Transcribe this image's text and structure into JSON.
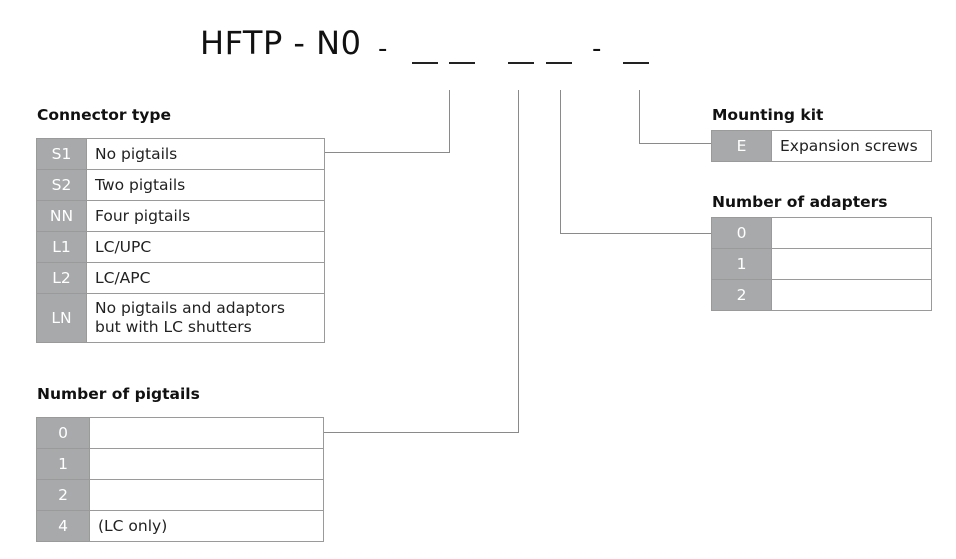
{
  "title": {
    "prefix": "HFTP - N0",
    "sep1": "-",
    "sep2": "-"
  },
  "connector_type": {
    "heading": "Connector type",
    "rows": [
      {
        "code": "S1",
        "desc": "No pigtails"
      },
      {
        "code": "S2",
        "desc": "Two pigtails"
      },
      {
        "code": "NN",
        "desc": "Four pigtails"
      },
      {
        "code": "L1",
        "desc": "LC/UPC"
      },
      {
        "code": "L2",
        "desc": "LC/APC"
      },
      {
        "code": "LN",
        "desc": "No pigtails and adaptors\nbut with LC shutters"
      }
    ]
  },
  "number_of_pigtails": {
    "heading": "Number of pigtails",
    "rows": [
      {
        "code": "0",
        "desc": ""
      },
      {
        "code": "1",
        "desc": ""
      },
      {
        "code": "2",
        "desc": ""
      },
      {
        "code": "4",
        "desc": "(LC only)"
      }
    ]
  },
  "mounting_kit": {
    "heading": "Mounting kit",
    "rows": [
      {
        "code": "E",
        "desc": "Expansion screws"
      }
    ]
  },
  "number_of_adapters": {
    "heading": "Number of adapters",
    "rows": [
      {
        "code": "0",
        "desc": ""
      },
      {
        "code": "1",
        "desc": ""
      },
      {
        "code": "2",
        "desc": ""
      }
    ]
  },
  "colors": {
    "code_cell": "#a7a9ab",
    "border": "#9a9a9a",
    "connector_line": "#8a8a8a"
  }
}
